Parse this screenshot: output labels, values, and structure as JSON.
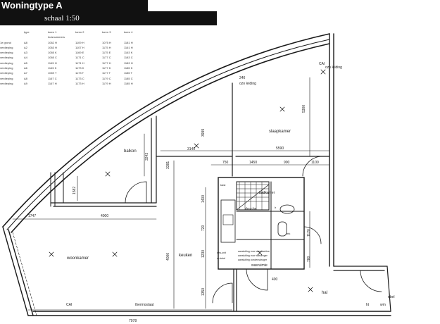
{
  "header": {
    "title": "Woningtype A",
    "scale": "schaal 1:50"
  },
  "spec_table": {
    "headers": [
      "",
      "type",
      "toren 1",
      "toren 2",
      "toren 3",
      "toren 4"
    ],
    "subheader": "huisnummers",
    "rows": [
      [
        "1e grond",
        "A8",
        "1062 H",
        "1109 H",
        "1075 H",
        "1181 H"
      ],
      [
        "verdieping",
        "A2",
        "1063 H",
        "1107 H",
        "1175 H",
        "1161 H"
      ],
      [
        "verdieping",
        "A3",
        "1065 K",
        "1169 E",
        "1175 E",
        "1163 K"
      ],
      [
        "verdieping",
        "A4",
        "1065 C",
        "1171 C",
        "1177 C",
        "1183 C"
      ],
      [
        "verdieping",
        "A5",
        "1145 H",
        "1171 H",
        "1177 H",
        "1183 H"
      ],
      [
        "verdieping",
        "A6",
        "1145 K",
        "1173 K",
        "1177 K",
        "1185 K"
      ],
      [
        "verdieping",
        "A7",
        "1069 T",
        "1173 T",
        "1177 T",
        "1185 T"
      ],
      [
        "verdieping",
        "A8",
        "1167 C",
        "1173 C",
        "1179 C",
        "1185 C"
      ],
      [
        "verdieping",
        "A9",
        "1167 H",
        "1173 H",
        "1179 H",
        "1185 H"
      ]
    ]
  },
  "rooms": {
    "woonkamer": "woonkamer",
    "keuken": "keuken",
    "slaapkamer": "slaapkamer",
    "balkon": "balkon",
    "badkamer": "badkamer",
    "douche": "douche",
    "wasruimte": "wasruimte",
    "hal": "hal"
  },
  "annotations": {
    "cai_top": "CAI",
    "ozo_top": "ozo leiding",
    "ozo_mid": "ozo leiding",
    "cai_bottom": "CAI",
    "thermostaat": "thermostaat",
    "kast_label": "kast",
    "mk_label": "mk",
    "lr_label": "lr",
    "ebel": "ebel",
    "ht": "ht",
    "wm": "wm"
  },
  "dimensions": {
    "d_5300": "5300",
    "d_3999": "3999",
    "d_3140": "3140",
    "d_5590": "5590",
    "d_3381": "3381",
    "d_3243": "3243",
    "d_750": "750",
    "d_1450": "1450",
    "d_900": "900",
    "d_1100": "1100",
    "d_1582": "1582",
    "d_1400": "1400",
    "d_720": "720",
    "d_1230": "1230",
    "d_1350": "1350",
    "d_4000": "4000",
    "d_1747": "1747",
    "d_4000h": "4000",
    "d_1120": "1120",
    "d_780": "780",
    "d_400": "400",
    "d_7978": "7978",
    "d_240": "240"
  },
  "small_labels": {
    "opstel": "aansluiting voor wasmachine",
    "opstel2": "aansluiting voor wasdroger",
    "opstel3": "aansluiting condensdroger",
    "wtw": "wtw-unit",
    "cv": "cv-ketel"
  },
  "colors": {
    "line": "#1a1a1a",
    "header_bg": "#111111",
    "header_text": "#ffffff",
    "paper": "#ffffff"
  }
}
